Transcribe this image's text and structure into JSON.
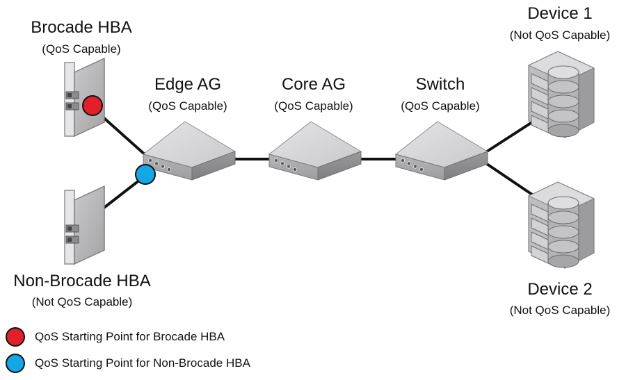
{
  "nodes": {
    "brocade_hba": {
      "name": "Brocade HBA",
      "note": "(QoS Capable)"
    },
    "non_brocade_hba": {
      "name": "Non-Brocade HBA",
      "note": "(Not QoS Capable)"
    },
    "edge_ag": {
      "name": "Edge AG",
      "note": "(QoS Capable)"
    },
    "core_ag": {
      "name": "Core AG",
      "note": "(QoS Capable)"
    },
    "switch": {
      "name": "Switch",
      "note": "(QoS Capable)"
    },
    "device1": {
      "name": "Device 1",
      "note": "(Not QoS Capable)"
    },
    "device2": {
      "name": "Device 2",
      "note": "(Not QoS Capable)"
    }
  },
  "legend": [
    {
      "label": "QoS Starting Point for Brocade HBA",
      "color": "#e3202a"
    },
    {
      "label": "QoS Starting Point for Non-Brocade HBA",
      "color": "#13a7e8"
    }
  ],
  "colors": {
    "line": "#111111",
    "box_top": "#d8d8da",
    "box_side": "#a9a9ab",
    "box_dark": "#8c8c8e"
  }
}
